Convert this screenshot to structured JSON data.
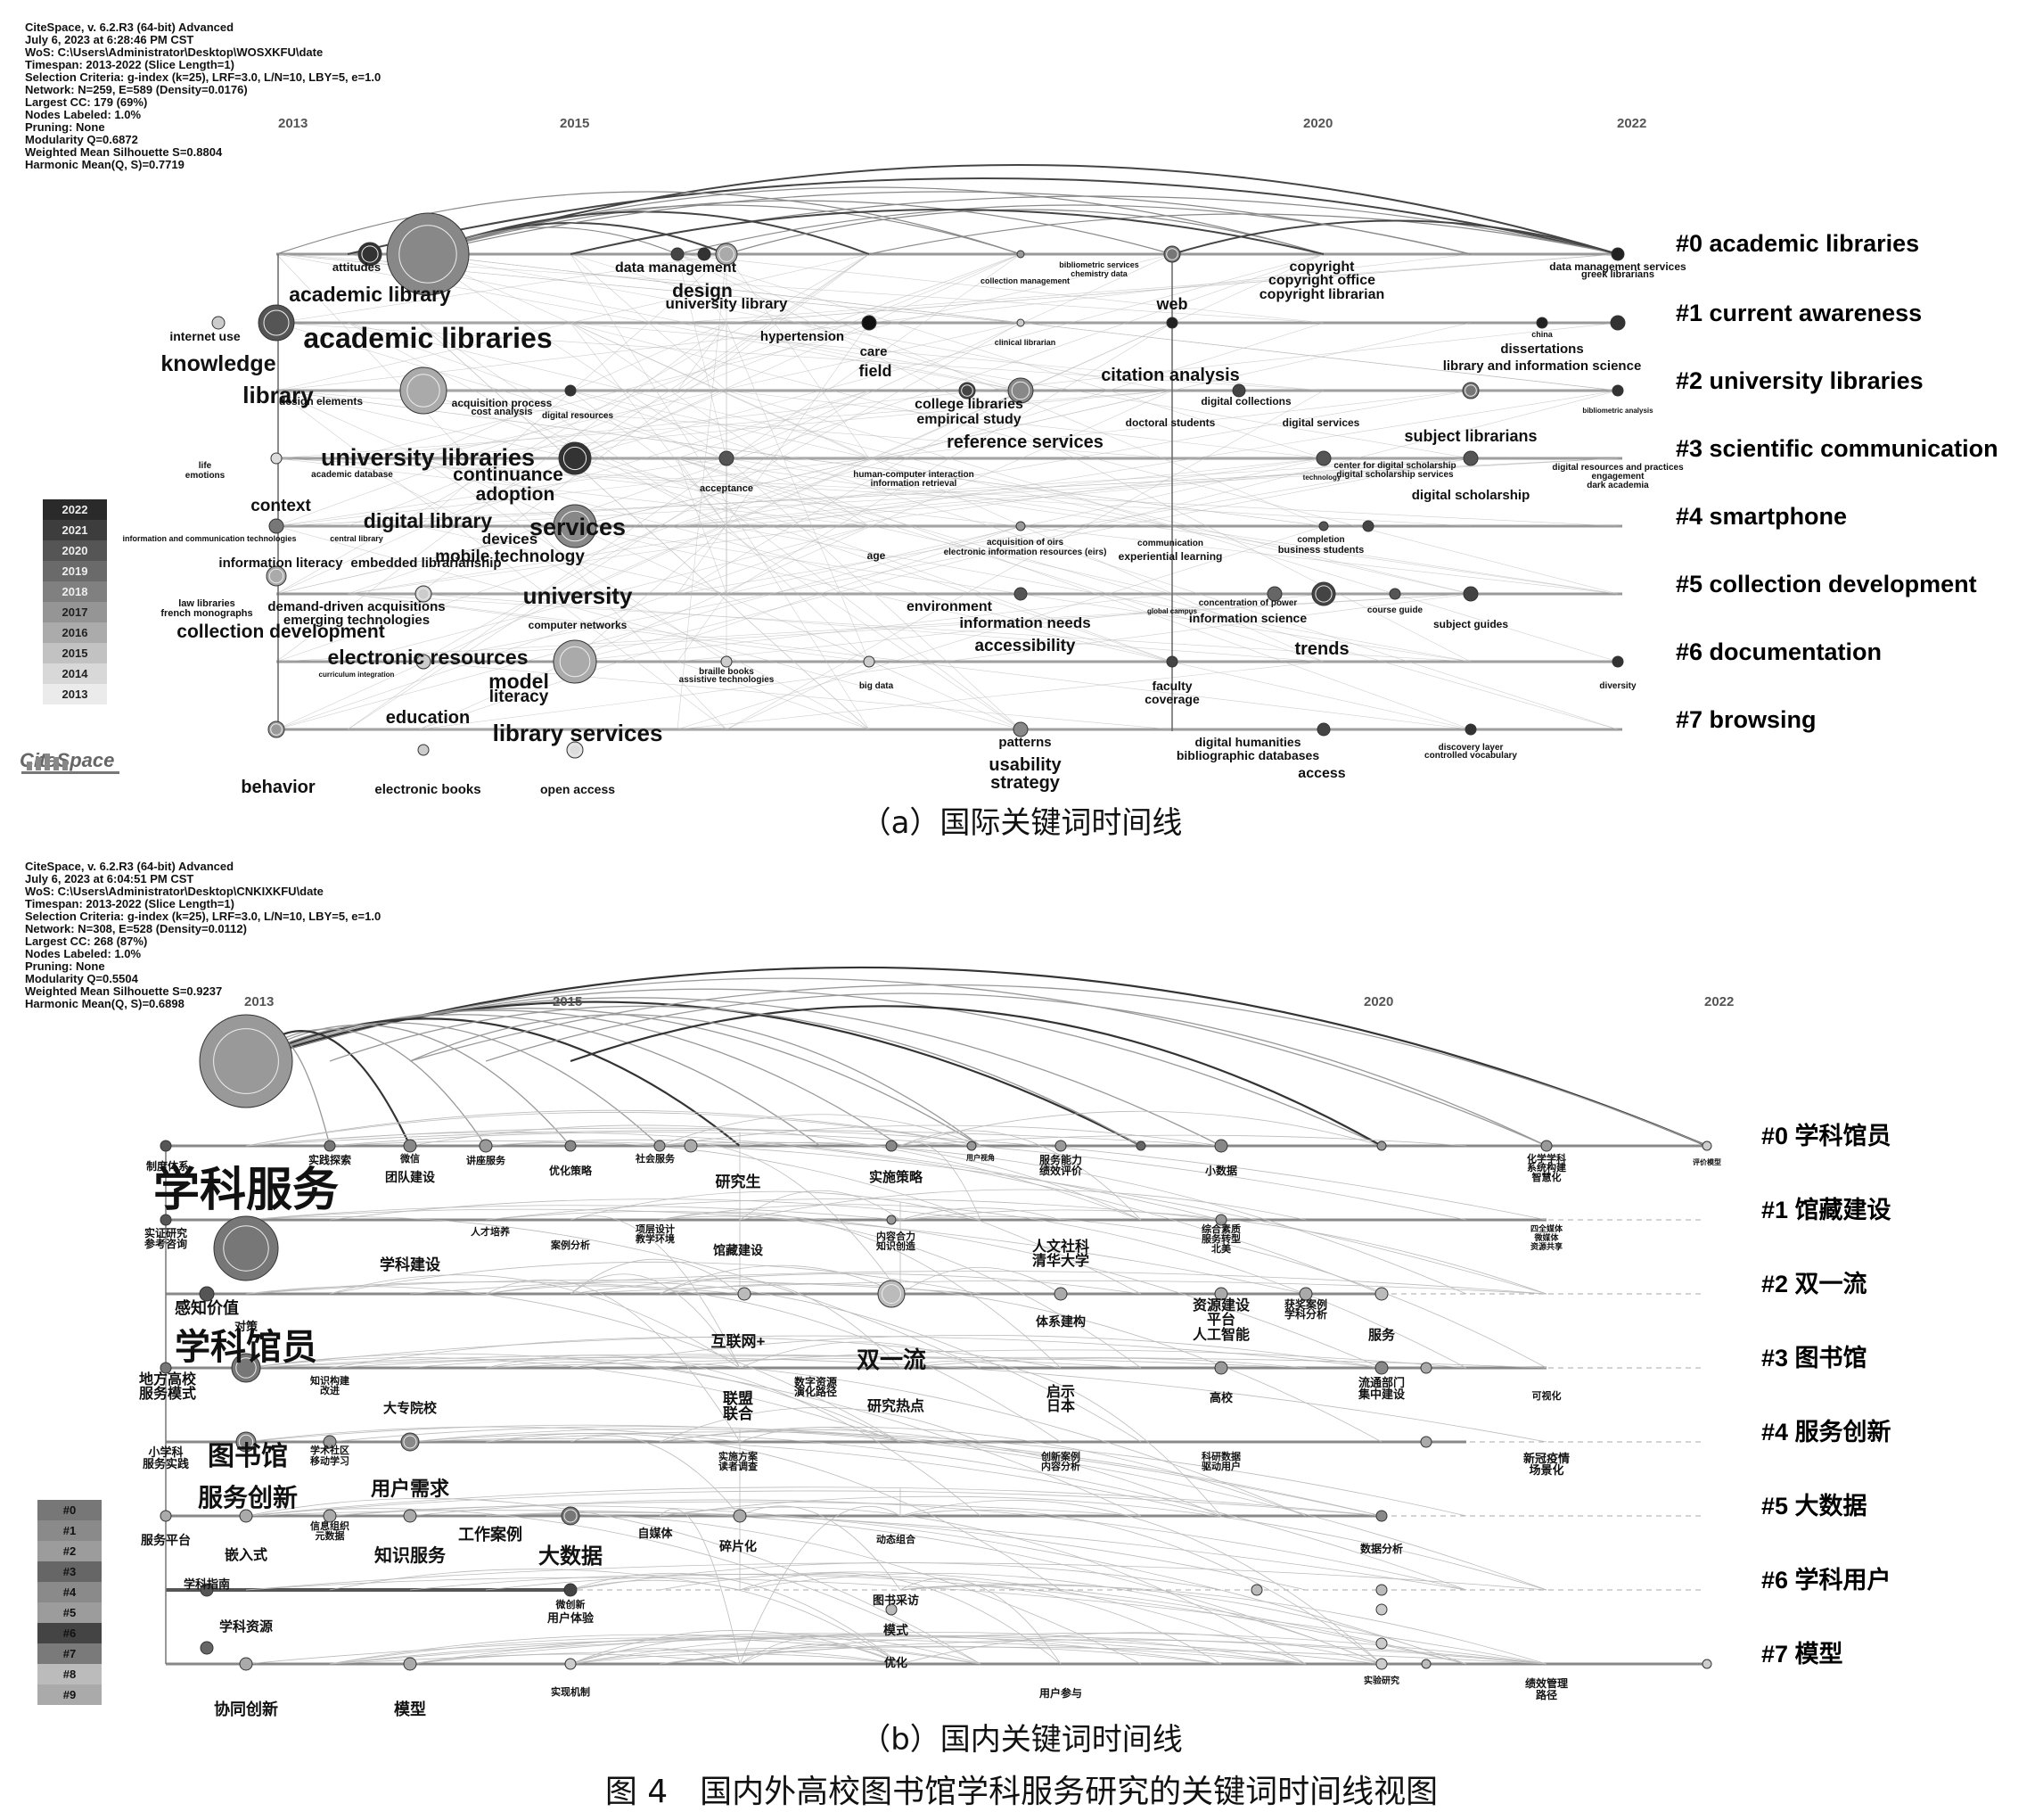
{
  "panel_a": {
    "meta": [
      "CiteSpace, v. 6.2.R3 (64-bit) Advanced",
      "July 6, 2023 at 6:28:46 PM CST",
      "WoS: C:\\Users\\Administrator\\Desktop\\WOSXKFU\\date",
      "Timespan: 2013-2022 (Slice Length=1)",
      "Selection Criteria: g-index (k=25), LRF=3.0, L/N=10, LBY=5, e=1.0",
      "Network: N=259, E=589 (Density=0.0176)",
      "Largest CC: 179 (69%)",
      "Nodes Labeled: 1.0%",
      "Pruning: None",
      "Modularity Q=0.6872",
      "Weighted Mean Silhouette S=0.8804",
      "Harmonic Mean(Q, S)=0.7719"
    ],
    "years": [
      "2013",
      "2015",
      "2020",
      "2022"
    ],
    "clusters": [
      "#0 academic libraries",
      "#1 current awareness",
      "#2 university libraries",
      "#3 scientific communication",
      "#4 smartphone",
      "#5 collection development",
      "#6 documentation",
      "#7 browsing"
    ],
    "legend_years": [
      "2022",
      "2021",
      "2020",
      "2019",
      "2018",
      "2017",
      "2016",
      "2015",
      "2014",
      "2013"
    ],
    "logo": "CiteSpace",
    "keywords": [
      "attitudes",
      "academic library",
      "data management",
      "design",
      "university library",
      "internet use",
      "academic libraries",
      "knowledge",
      "library",
      "design elements",
      "acquisition process",
      "cost analysis",
      "digital resources",
      "hypertension",
      "care",
      "field",
      "college libraries",
      "empirical study",
      "citation analysis",
      "digital collections",
      "doctoral students",
      "digital services",
      "subject librarians",
      "university libraries",
      "continuance",
      "adoption",
      "reference services",
      "acceptance",
      "life",
      "emotions",
      "academic database",
      "human-computer interaction",
      "information retrieval",
      "center for digital scholarship",
      "digital scholarship services",
      "digital scholarship",
      "context",
      "digital library",
      "services",
      "devices",
      "mobile technology",
      "information and communication technologies",
      "central library",
      "acquisition of oirs",
      "electronic information resources (eirs)",
      "communication",
      "experiential learning",
      "completion",
      "business students",
      "information literacy",
      "embedded librarianship",
      "age",
      "law libraries",
      "french monographs",
      "demand-driven acquisitions",
      "emerging technologies",
      "university",
      "environment",
      "information needs",
      "concentration of power",
      "information science",
      "course guide",
      "subject guides",
      "collection development",
      "computer networks",
      "accessibility",
      "trends",
      "electronic resources",
      "braille books",
      "assistive technologies",
      "big data",
      "curriculum integration",
      "model",
      "literacy",
      "faculty",
      "coverage",
      "diversity",
      "education",
      "library services",
      "patterns",
      "usability",
      "strategy",
      "digital humanities",
      "bibliographic databases",
      "access",
      "discovery layer",
      "controlled vocabulary",
      "behavior",
      "electronic books",
      "open access",
      "collection management",
      "bibliometric services",
      "chemistry data",
      "web",
      "copyright",
      "copyright office",
      "copyright librarian",
      "data management services",
      "greek librarians",
      "clinical librarian",
      "china",
      "dissertations",
      "library and information science",
      "bibliometric analysis",
      "digital resources and practices",
      "engagement",
      "dark academia",
      "technology",
      "global campus"
    ],
    "caption": "（a）国际关键词时间线"
  },
  "panel_b": {
    "meta": [
      "CiteSpace, v. 6.2.R3 (64-bit) Advanced",
      "July 6, 2023 at 6:04:51 PM CST",
      "WoS: C:\\Users\\Administrator\\Desktop\\CNKIXKFU\\date",
      "Timespan: 2013-2022 (Slice Length=1)",
      "Selection Criteria: g-index (k=25), LRF=3.0, L/N=10, LBY=5, e=1.0",
      "Network: N=308, E=528 (Density=0.0112)",
      "Largest CC: 268 (87%)",
      "Nodes Labeled: 1.0%",
      "Pruning: None",
      "Modularity Q=0.5504",
      "Weighted Mean Silhouette S=0.9237",
      "Harmonic Mean(Q, S)=0.6898"
    ],
    "years": [
      "2013",
      "2015",
      "2020",
      "2022"
    ],
    "clusters": [
      "#0 学科馆员",
      "#1 馆藏建设",
      "#2 双一流",
      "#3 图书馆",
      "#4 服务创新",
      "#5 大数据",
      "#6 学科用户",
      "#7 模型"
    ],
    "legend_clusters": [
      "#0",
      "#1",
      "#2",
      "#3",
      "#4",
      "#5",
      "#6",
      "#7",
      "#8",
      "#9"
    ],
    "keywords": [
      "学科服务",
      "学科馆员",
      "图书馆",
      "服务创新",
      "大数据",
      "双一流",
      "用户需求",
      "知识服务",
      "工作案例",
      "感知价值",
      "对策",
      "制度体系",
      "实践探索",
      "团队建设",
      "微信",
      "讲座服务",
      "优化策略",
      "社会服务",
      "研究生",
      "实施策略",
      "服务能力",
      "绩效评价",
      "小数据",
      "化学学科",
      "系统构建",
      "智慧化",
      "实证研究",
      "参考咨询",
      "学科建设",
      "人才培养",
      "案例分析",
      "项层设计",
      "教学环境",
      "馆藏建设",
      "内容合力",
      "知识创造",
      "人文社科",
      "清华大学",
      "综合素质",
      "服务转型",
      "北美",
      "四全媒体",
      "微媒体",
      "资源共享",
      "互联网+",
      "体系建构",
      "资源建设",
      "平台",
      "人工智能",
      "获奖案例",
      "学科分析",
      "服务",
      "地方高校",
      "服务模式",
      "知识构建",
      "改进",
      "大专院校",
      "联盟",
      "联合",
      "数字资源",
      "演化路径",
      "研究热点",
      "启示",
      "日本",
      "高校",
      "流通部门",
      "集中建设",
      "可视化",
      "小学科",
      "服务实践",
      "学术社区",
      "移动学习",
      "实施方案",
      "读者调查",
      "创新案例",
      "内容分析",
      "科研数据",
      "驱动用户",
      "新冠疫情",
      "场景化",
      "服务平台",
      "信息组织",
      "元数据",
      "自媒体",
      "碎片化",
      "动态组合",
      "数据分析",
      "嵌入式",
      "学科指南",
      "学科资源",
      "微创新",
      "用户体验",
      "图书采访",
      "模式",
      "优化",
      "用户参与",
      "实验研究",
      "绩效管理",
      "路径",
      "协同创新",
      "模型",
      "实现机制",
      "评价模型",
      "用户视角"
    ],
    "caption": "（b）国内关键词时间线"
  },
  "figure_caption": "图 4　国内外高校图书馆学科服务研究的关键词时间线视图"
}
